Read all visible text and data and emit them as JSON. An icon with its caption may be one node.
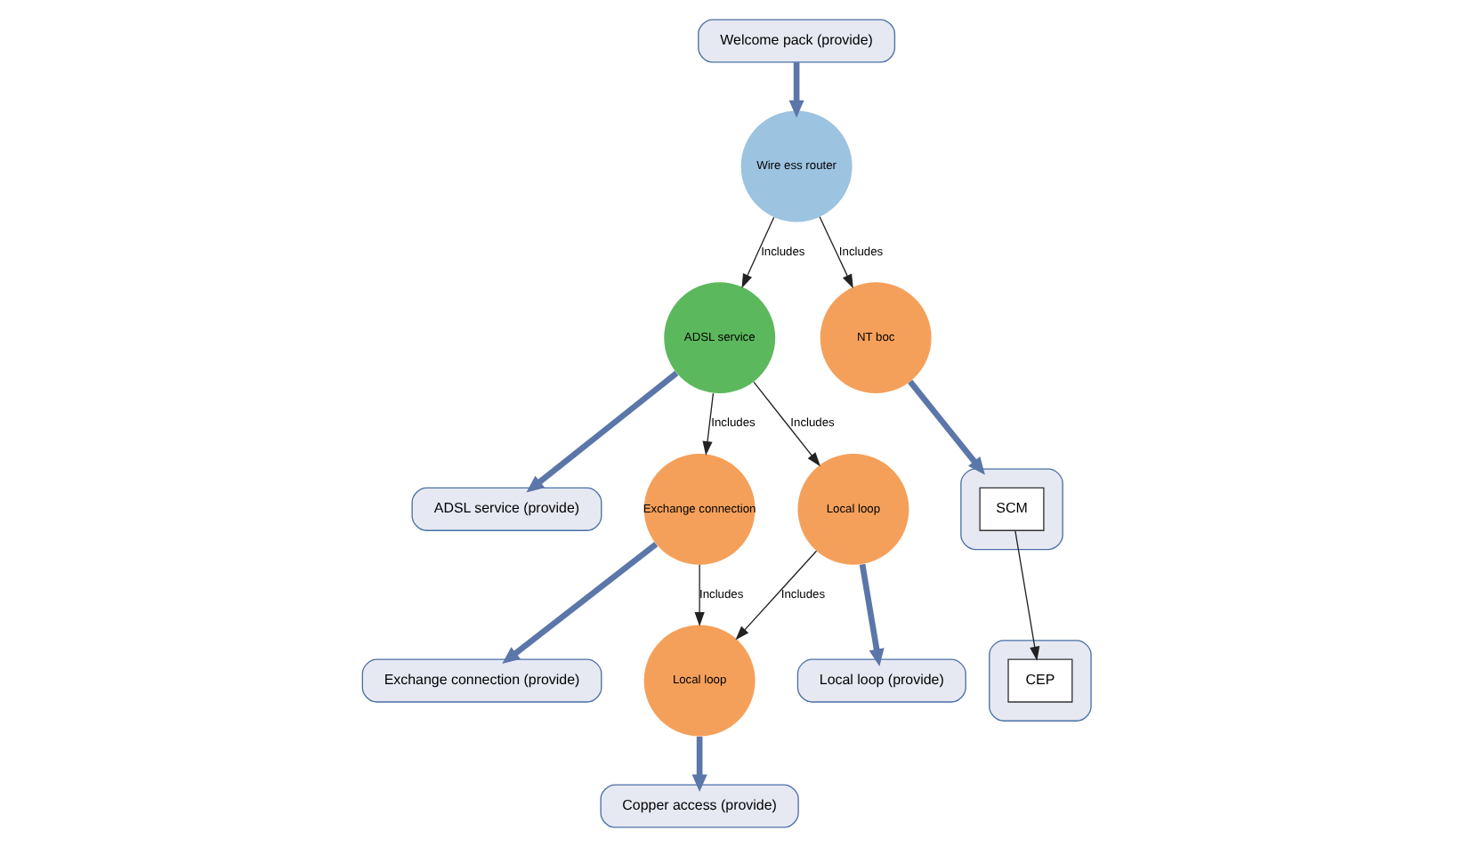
{
  "diagram": {
    "nodes": [
      {
        "text": [
          "Welcome pack (provide)"
        ]
      },
      {
        "text": [
          "Wire ess router"
        ]
      },
      {
        "text": [
          "ADSL service (provide)"
        ]
      },
      {
        "text": [
          "ADSL service"
        ]
      },
      {
        "text": [
          "NT boc"
        ]
      },
      {
        "text": [],
        "shape": "box"
      },
      {
        "text": [
          "SCM"
        ],
        "in": 5
      },
      {
        "text": [
          "Exchange connection"
        ]
      },
      {
        "text": [
          "Local loop"
        ]
      },
      {
        "text": [],
        "shape": "box"
      },
      {
        "text": [
          "CEP"
        ],
        "in": 9
      },
      {
        "text": [
          "Exchange connection (provide)"
        ]
      },
      {
        "text": [
          "Local loop"
        ]
      },
      {
        "text": [
          "Local loop (provide)"
        ]
      },
      {
        "text": [
          "Copper access (provide)"
        ]
      }
    ],
    "edges": [
      {
        "from": 0,
        "to": 1,
        "arrow": "to",
        "style": "thick",
        "color": "#5b76a8"
      },
      {
        "from": 1,
        "to": 3,
        "arrow": "to",
        "label": "Includes"
      },
      {
        "from": 1,
        "to": 4,
        "arrow": "to",
        "label": "Includes"
      },
      {
        "from": 3,
        "to": 2,
        "arrow": "to",
        "style": "thick",
        "color": "#5b76a8"
      },
      {
        "from": 3,
        "to": 7,
        "arrow": "to",
        "label": "Includes"
      },
      {
        "from": 3,
        "to": 8,
        "arrow": "to",
        "label": "Includes"
      },
      {
        "from": 4,
        "to": 5,
        "arrow": "to",
        "style": "thick",
        "color": "#5b76a8"
      },
      {
        "from": 7,
        "to": 11,
        "arrow": "to",
        "style": "thick",
        "color": "#5b76a8"
      },
      {
        "from": 7,
        "to": 12,
        "arrow": "to",
        "label": "Includes"
      },
      {
        "from": 8,
        "to": 12,
        "arrow": "to",
        "label": "Includes"
      },
      {
        "from": 8,
        "to": 13,
        "arrow": "to",
        "style": "thick",
        "color": "#5b76a8"
      },
      {
        "from": 12,
        "to": 14,
        "arrow": "to",
        "style": "thick",
        "color": "#5b76a8"
      },
      {
        "from": 6,
        "to": 10,
        "arrow": "to"
      }
    ]
  }
}
